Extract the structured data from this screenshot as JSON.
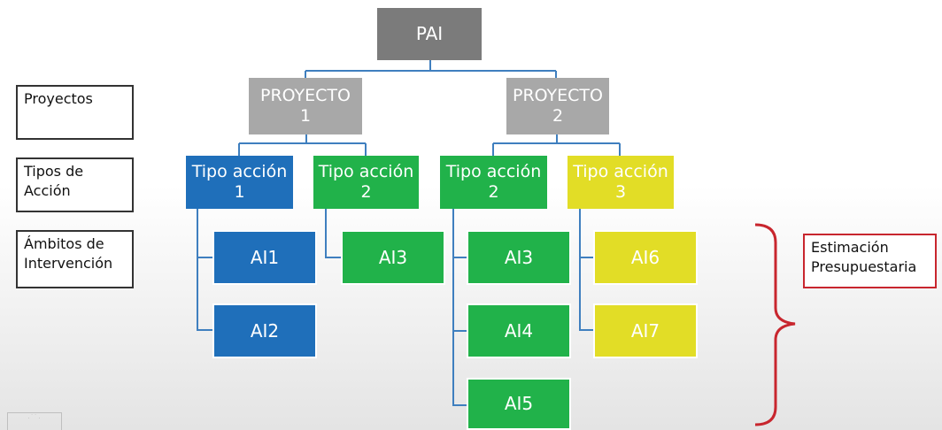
{
  "root": {
    "label": "PAI"
  },
  "row_labels": {
    "proyectos": "Proyectos",
    "tipos": "Tipos de\nAcción",
    "ambitos": "Ámbitos de\nIntervención"
  },
  "projects": [
    {
      "label": "PROYECTO\n1"
    },
    {
      "label": "PROYECTO\n2"
    }
  ],
  "action_types": [
    {
      "label": "Tipo acción\n1",
      "color": "#1f6fba"
    },
    {
      "label": "Tipo acción\n2",
      "color": "#21b24a"
    },
    {
      "label": "Tipo acción\n2",
      "color": "#21b24a"
    },
    {
      "label": "Tipo acción\n3",
      "color": "#e2dd26"
    }
  ],
  "interventions": [
    {
      "label": "AI1",
      "color": "#1f6fba"
    },
    {
      "label": "AI2",
      "color": "#1f6fba"
    },
    {
      "label": "AI3",
      "color": "#21b24a"
    },
    {
      "label": "AI3",
      "color": "#21b24a"
    },
    {
      "label": "AI4",
      "color": "#21b24a"
    },
    {
      "label": "AI5",
      "color": "#21b24a"
    },
    {
      "label": "AI6",
      "color": "#e2dd26"
    },
    {
      "label": "AI7",
      "color": "#e2dd26"
    }
  ],
  "estimation": {
    "label": "Estimación\nPresupuestaria"
  },
  "colors": {
    "connector": "#3f7fbf",
    "brace": "#c8262e",
    "root": "#7b7b7b",
    "project": "#a8a8a8"
  }
}
